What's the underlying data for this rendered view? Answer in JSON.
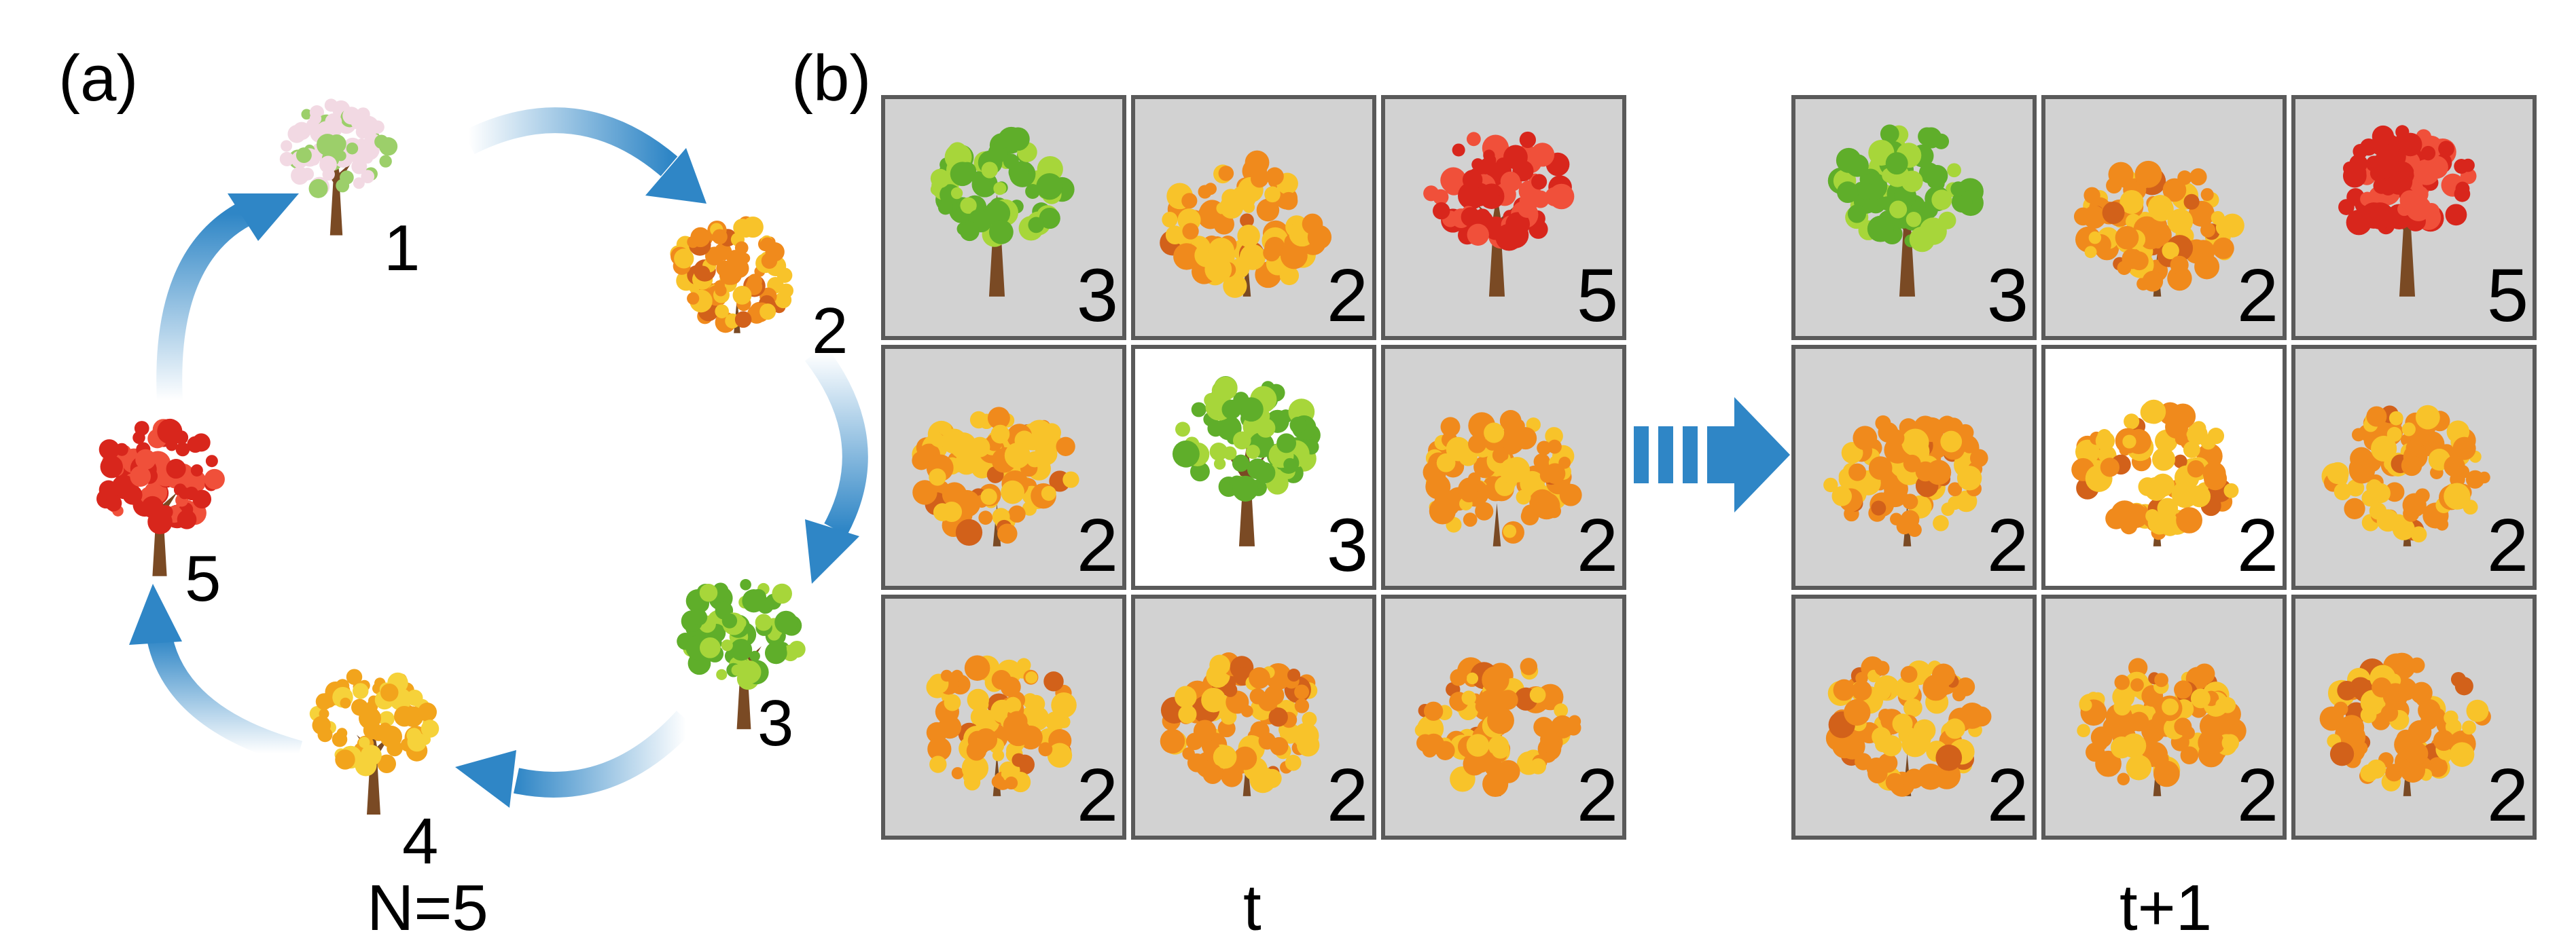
{
  "panel_a": {
    "label": "(a)",
    "caption": "N=5",
    "stages": [
      {
        "number": "1",
        "kind": "blossom"
      },
      {
        "number": "2",
        "kind": "orange-bush"
      },
      {
        "number": "3",
        "kind": "green-tree"
      },
      {
        "number": "4",
        "kind": "yellow-orange-tree"
      },
      {
        "number": "5",
        "kind": "red-tree"
      }
    ]
  },
  "panel_b": {
    "label": "(b)",
    "grid_t": {
      "caption": "t",
      "cells": [
        {
          "kind": "green-tree",
          "value": "3"
        },
        {
          "kind": "orange-bush",
          "value": "2"
        },
        {
          "kind": "red-tree",
          "value": "5"
        },
        {
          "kind": "orange-bush",
          "value": "2"
        },
        {
          "kind": "green-tree",
          "value": "3",
          "center": true
        },
        {
          "kind": "orange-bush",
          "value": "2"
        },
        {
          "kind": "orange-bush",
          "value": "2"
        },
        {
          "kind": "orange-bush",
          "value": "2"
        },
        {
          "kind": "orange-bush",
          "value": "2"
        }
      ]
    },
    "grid_t1": {
      "caption": "t+1",
      "cells": [
        {
          "kind": "green-tree",
          "value": "3"
        },
        {
          "kind": "orange-bush",
          "value": "2"
        },
        {
          "kind": "red-tree",
          "value": "5"
        },
        {
          "kind": "orange-bush",
          "value": "2"
        },
        {
          "kind": "orange-bush",
          "value": "2",
          "center": true
        },
        {
          "kind": "orange-bush",
          "value": "2"
        },
        {
          "kind": "orange-bush",
          "value": "2"
        },
        {
          "kind": "orange-bush",
          "value": "2"
        },
        {
          "kind": "orange-bush",
          "value": "2"
        }
      ]
    }
  },
  "colors": {
    "arrow_blue": "#2f86c6",
    "cell_gray": "#d2d2d2",
    "cell_border": "#5a5a5a",
    "green_leaf": "#5fae2a",
    "orange_leaf": "#f08a1c",
    "red_leaf": "#d8261c",
    "blossom": "#f2d9e3",
    "trunk": "#7a4a24"
  }
}
